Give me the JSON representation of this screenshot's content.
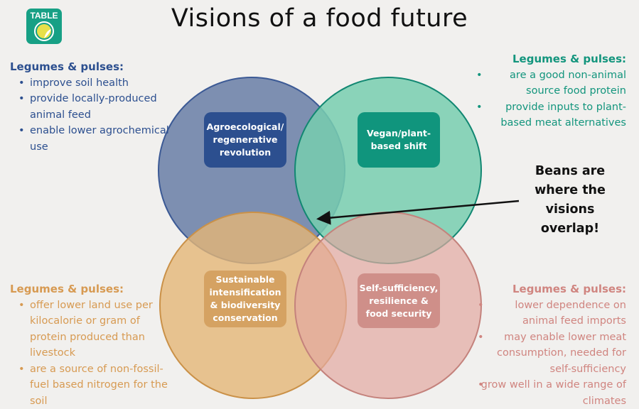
{
  "title": "Visions of a food future",
  "logo": {
    "text": "TABLE",
    "icon": "globe-leaf-icon"
  },
  "circles": [
    {
      "label": "Agroecological/ regenerative revolution",
      "color": "#2f5596"
    },
    {
      "label": "Vegan/plant- based shift",
      "color": "#159a82"
    },
    {
      "label": "Sustainable intensification & biodiversity conservation",
      "color": "#d39a52"
    },
    {
      "label": "Self-sufficiency, resilience & food security",
      "color": "#d08580"
    }
  ],
  "callout": "Beans are where the visions overlap!",
  "notes": {
    "top_left": {
      "heading": "Legumes & pulses:",
      "items": [
        "improve soil health",
        "provide locally-produced animal feed",
        "enable lower agrochemical use"
      ]
    },
    "top_right": {
      "heading": "Legumes & pulses:",
      "items": [
        "are a good non-animal source food protein",
        "provide inputs to plant-based meat alternatives"
      ]
    },
    "bottom_left": {
      "heading": "Legumes & pulses:",
      "items": [
        "offer lower land use per kilocalorie or gram of protein produced than livestock",
        "are a source of non-fossil-fuel based nitrogen for the soil"
      ]
    },
    "bottom_right": {
      "heading": "Legumes & pulses:",
      "items": [
        "lower dependence on animal feed imports",
        "may enable lower meat consumption, needed for self-sufficiency",
        "grow well in a wide range of climates"
      ]
    }
  }
}
